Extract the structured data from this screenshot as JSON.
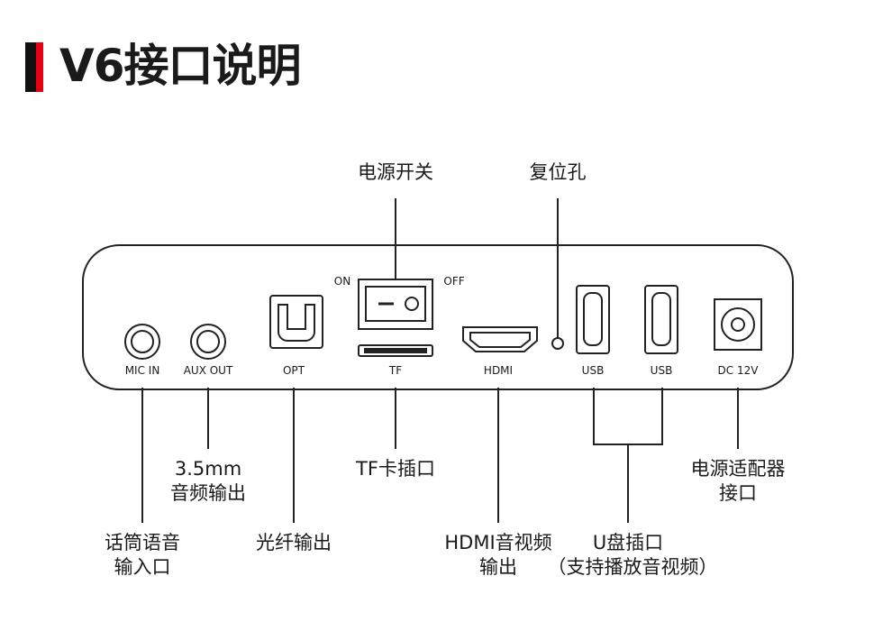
{
  "title": "V6接口说明",
  "top_labels": {
    "power_switch": "电源开关",
    "reset_hole": "复位孔"
  },
  "switch_labels": {
    "on": "ON",
    "off": "OFF"
  },
  "port_labels": {
    "mic_in": "MIC IN",
    "aux_out": "AUX OUT",
    "opt": "OPT",
    "tf": "TF",
    "hdmi": "HDMI",
    "usb1": "USB",
    "usb2": "USB",
    "dc": "DC 12V"
  },
  "callouts": {
    "aux_line1": "3.5mm",
    "aux_line2": "音频输出",
    "mic_line1": "话筒语音",
    "mic_line2": "输入口",
    "optical": "光纤输出",
    "tf_slot": "TF卡插口",
    "hdmi_line1": "HDMI音视频",
    "hdmi_line2": "输出",
    "usb_line1": "U盘插口",
    "usb_line2": "（支持播放音视频）",
    "dc_line1": "电源适配器",
    "dc_line2": "接口"
  }
}
